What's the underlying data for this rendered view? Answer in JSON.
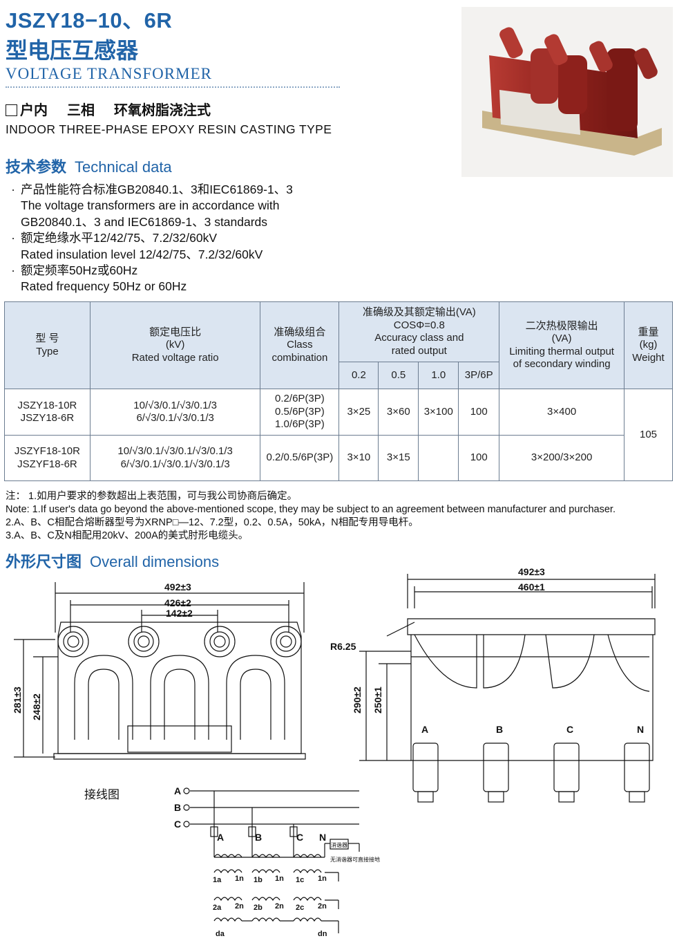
{
  "header": {
    "model": "JSZY18−10、6R",
    "title_cn": "型电压互感器",
    "title_en": "VOLTAGE TRANSFORMER",
    "type_cn_1": "户内",
    "type_cn_2": "三相",
    "type_cn_3": "环氧树脂浇注式",
    "type_en": "INDOOR THREE-PHASE EPOXY RESIN CASTING TYPE"
  },
  "technical": {
    "heading_cn": "技术参数",
    "heading_en": "Technical data",
    "lines": [
      {
        "bullet": true,
        "text": "产品性能符合标准GB20840.1、3和IEC61869-1、3"
      },
      {
        "bullet": false,
        "text": "The voltage transformers are in accordance with"
      },
      {
        "bullet": false,
        "text": "GB20840.1、3 and IEC61869-1、3 standards"
      },
      {
        "bullet": true,
        "text": "额定绝缘水平12/42/75、7.2/32/60kV"
      },
      {
        "bullet": false,
        "text": "Rated insulation level 12/42/75、7.2/32/60kV"
      },
      {
        "bullet": true,
        "text": "额定频率50Hz或60Hz"
      },
      {
        "bullet": false,
        "text": "Rated frequency 50Hz or 60Hz"
      }
    ]
  },
  "table": {
    "h_type": [
      "型 号",
      "Type"
    ],
    "h_ratio": [
      "额定电压比",
      "(kV)",
      "Rated voltage ratio"
    ],
    "h_class": [
      "准确级组合",
      "Class",
      "combination"
    ],
    "h_output": [
      "准确级及其额定输出(VA)",
      "COSΦ=0.8",
      "Accuracy class and",
      "rated output"
    ],
    "h_out_cols": [
      "0.2",
      "0.5",
      "1.0",
      "3P/6P"
    ],
    "h_thermal": [
      "二次热极限输出",
      "(VA)",
      "Limiting thermal output",
      "of secondary winding"
    ],
    "h_weight": [
      "重量",
      "(kg)",
      "Weight"
    ],
    "rows": [
      {
        "type": [
          "JSZY18-10R",
          "JSZY18-6R"
        ],
        "ratio": [
          "10/√3/0.1/√3/0.1/3",
          "6/√3/0.1/√3/0.1/3"
        ],
        "class": [
          "0.2/6P(3P)",
          "0.5/6P(3P)",
          "1.0/6P(3P)"
        ],
        "o02": "3×25",
        "o05": "3×60",
        "o10": "3×100",
        "o3p": "100",
        "thermal": "3×400"
      },
      {
        "type": [
          "JSZYF18-10R",
          "JSZYF18-6R"
        ],
        "ratio": [
          "10/√3/0.1/√3/0.1/√3/0.1/3",
          "6/√3/0.1/√3/0.1/√3/0.1/3"
        ],
        "class": [
          "0.2/0.5/6P(3P)"
        ],
        "o02": "3×10",
        "o05": "3×15",
        "o10": "",
        "o3p": "100",
        "thermal": "3×200/3×200"
      }
    ],
    "weight": "105"
  },
  "notes": [
    "注：  1.如用户要求的参数超出上表范围，可与我公司协商后确定。",
    "Note: 1.If user's data go beyond the above-mentioned scope, they may be subject to an agreement between manufacturer and purchaser.",
    "          2.A、B、C相配合熔断器型号为XRNP□—12、7.2型，0.2、0.5A，50kA，N相配专用导电杆。",
    "          3.A、B、C及N相配用20kV、200A的美式肘形电缆头。"
  ],
  "dimensions": {
    "heading_cn": "外形尺寸图",
    "heading_en": "Overall dimensions",
    "left": {
      "d1": "492±3",
      "d2": "426±2",
      "d3": "142±2",
      "h1": "281±3",
      "h2": "248±2"
    },
    "right": {
      "d1": "492±3",
      "d2": "460±1",
      "r": "R6.25",
      "h1": "290±2",
      "h2": "250±1",
      "phases": [
        "A",
        "B",
        "C",
        "N"
      ]
    },
    "wiring": {
      "title": "接线图",
      "lines": [
        "A",
        "B",
        "C"
      ],
      "taps": [
        "A",
        "B",
        "C",
        "N"
      ],
      "box1": "消谐器",
      "box2": "无消谐器可直接接地",
      "sec1": [
        "1a",
        "1n",
        "1b",
        "1n",
        "1c",
        "1n"
      ],
      "sec2": [
        "2a",
        "2n",
        "2b",
        "2n",
        "2c",
        "2n"
      ],
      "sec3": [
        "da",
        "dn"
      ]
    }
  },
  "colors": {
    "accent": "#2164a8",
    "table_header": "#dbe5f1",
    "product": "#9c2a24"
  }
}
